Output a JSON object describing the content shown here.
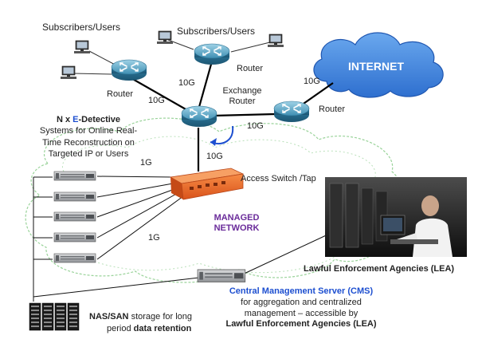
{
  "nodes": {
    "subscribers_left": "Subscribers/Users",
    "subscribers_top": "Subscribers/Users",
    "router_left": "Router",
    "router_top": "Router",
    "router_right": "Router",
    "exchange_router_line1": "Exchange",
    "exchange_router_line2": "Router",
    "internet": "INTERNET",
    "access_switch": "Access Switch /Tap",
    "managed_network_line1": "MANAGED",
    "managed_network_line2": "NETWORK"
  },
  "links": {
    "left_router_exchange": "10G",
    "top_router_exchange": "10G",
    "internet_router": "10G",
    "exchange_right_router": "10G",
    "exchange_switch": "10G",
    "switch_servers_top": "1G",
    "switch_servers_bottom": "1G"
  },
  "edetective": {
    "prefix": "N x ",
    "e_letter": "E",
    "suffix": "-Detective",
    "line2": "Systems for Online Real-",
    "line3": "Time Reconstruction on",
    "line4": "Targeted IP or Users"
  },
  "lea": {
    "label": "Lawful Enforcement Agencies (LEA)"
  },
  "cms": {
    "title": "Central Management Server (CMS)",
    "line2": "for aggregation and centralized",
    "line3": "management – accessible by",
    "line4": "Lawful Enforcement Agencies (LEA)"
  },
  "storage": {
    "line1_bold": "NAS/SAN",
    "line1_rest": " storage for long",
    "line2_prefix": "period ",
    "line2_bold": "data retention"
  },
  "colors": {
    "router_body": "#3f8fb3",
    "internet_cloud": "#3d80d8",
    "switch_body": "#e9682a",
    "edetective_blue": "#1d4fd0",
    "managed_purple": "#6a2b9a",
    "cms_blue": "#1d4fd0",
    "cloud_outline": "#8fce8f"
  }
}
